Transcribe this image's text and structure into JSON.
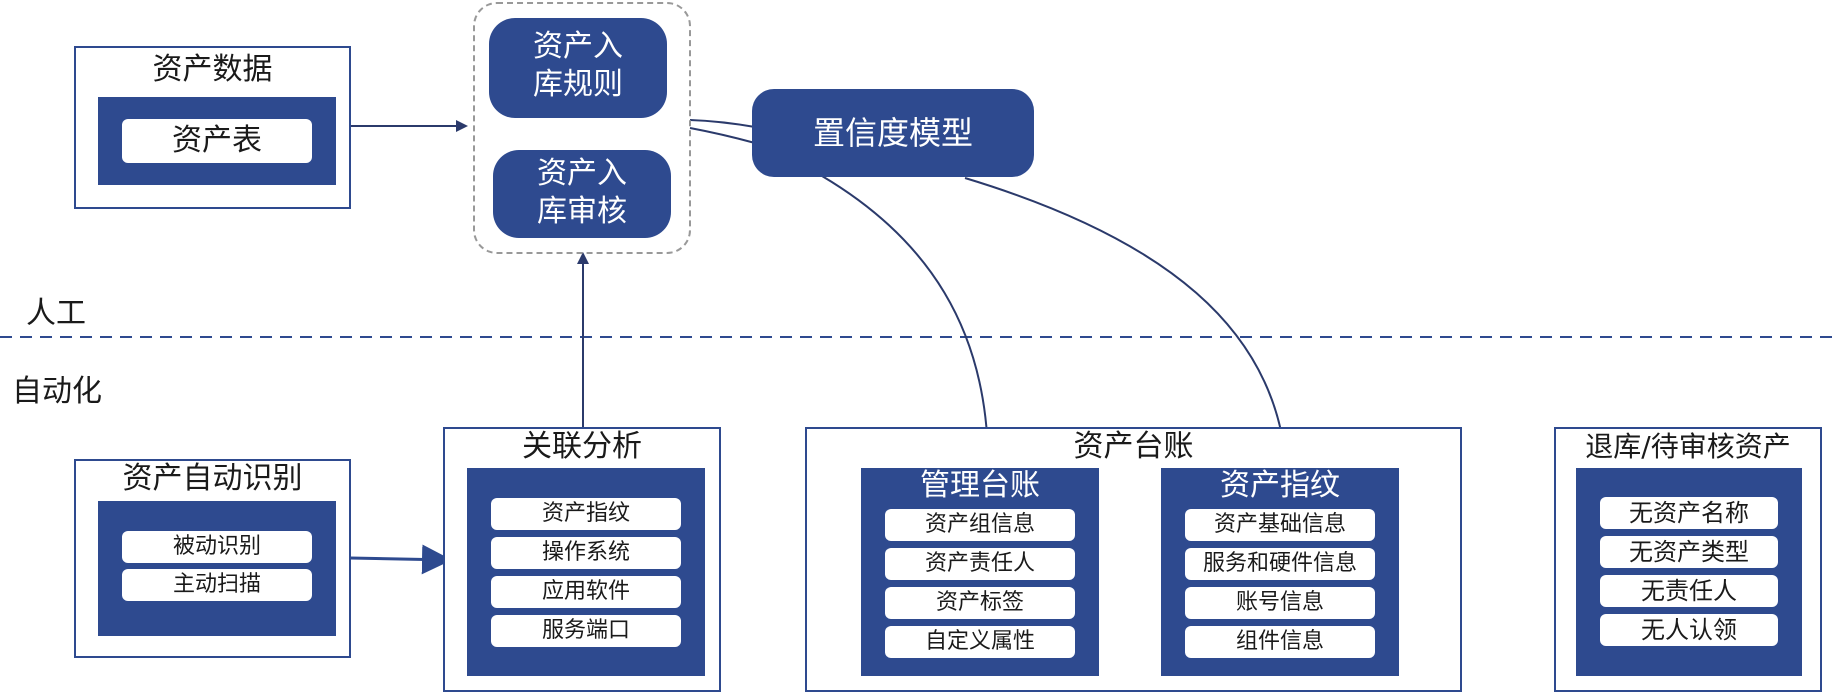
{
  "manual_label": "人工",
  "auto_label": "自动化",
  "asset_data": {
    "title": "资产数据",
    "item": "资产表"
  },
  "rules_group": {
    "rule_label": "资产入库规则",
    "review_label": "资产入库审核"
  },
  "confidence_model": "置信度模型",
  "auto_identify": {
    "title": "资产自动识别",
    "items": [
      "被动识别",
      "主动扫描"
    ]
  },
  "correlation": {
    "title": "关联分析",
    "items": [
      "资产指纹",
      "操作系统",
      "应用软件",
      "服务端口"
    ]
  },
  "ledger": {
    "title": "资产台账",
    "mgmt": {
      "title": "管理台账",
      "items": [
        "资产组信息",
        "资产责任人",
        "资产标签",
        "自定义属性"
      ]
    },
    "fingerprint": {
      "title": "资产指纹",
      "items": [
        "资产基础信息",
        "服务和硬件信息",
        "账号信息",
        "组件信息"
      ]
    }
  },
  "retired": {
    "title": "退库/待审核资产",
    "items": [
      "无资产名称",
      "无资产类型",
      "无责任人",
      "无人认领"
    ]
  },
  "colors": {
    "primary": "#2e4a8f",
    "line": "#2b3a6b"
  }
}
